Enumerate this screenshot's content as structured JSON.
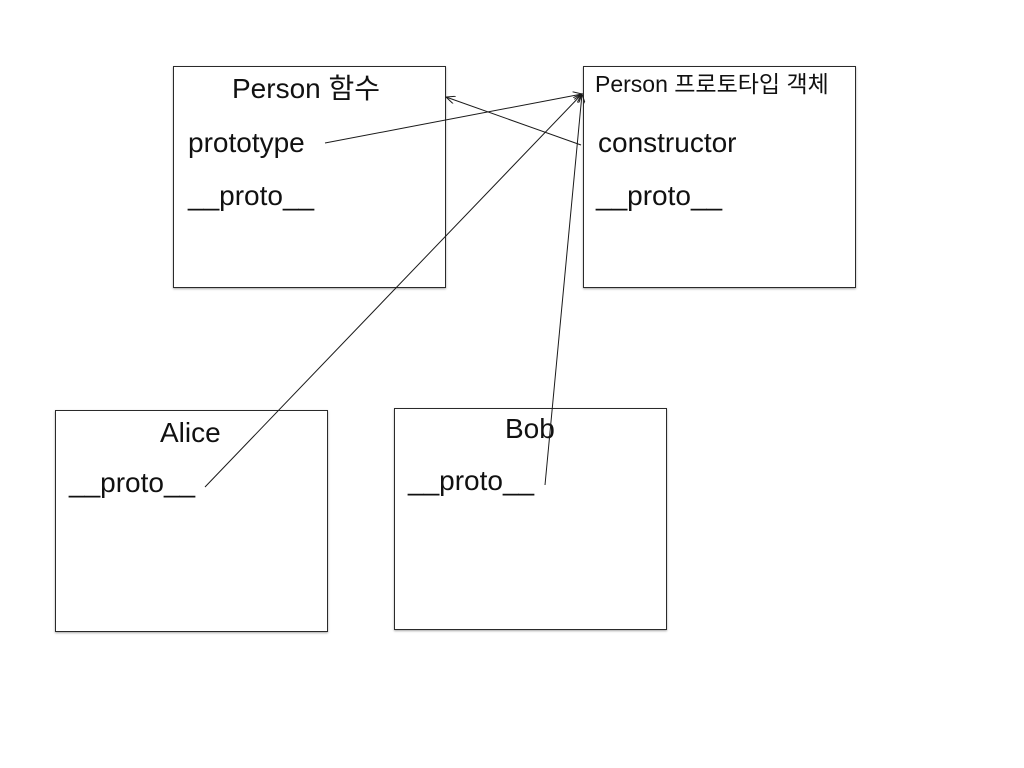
{
  "diagram": {
    "person_function": {
      "title": "Person 함수",
      "fields": [
        "prototype",
        "__proto__"
      ]
    },
    "person_prototype": {
      "title": "Person 프로토타입 객체",
      "fields": [
        "constructor",
        "__proto__"
      ]
    },
    "alice": {
      "title": "Alice",
      "fields": [
        "__proto__"
      ]
    },
    "bob": {
      "title": "Bob",
      "fields": [
        "__proto__"
      ]
    }
  },
  "colors": {
    "line": "#1a1a1a",
    "box_border": "#2a2a2a",
    "background": "#ffffff"
  }
}
